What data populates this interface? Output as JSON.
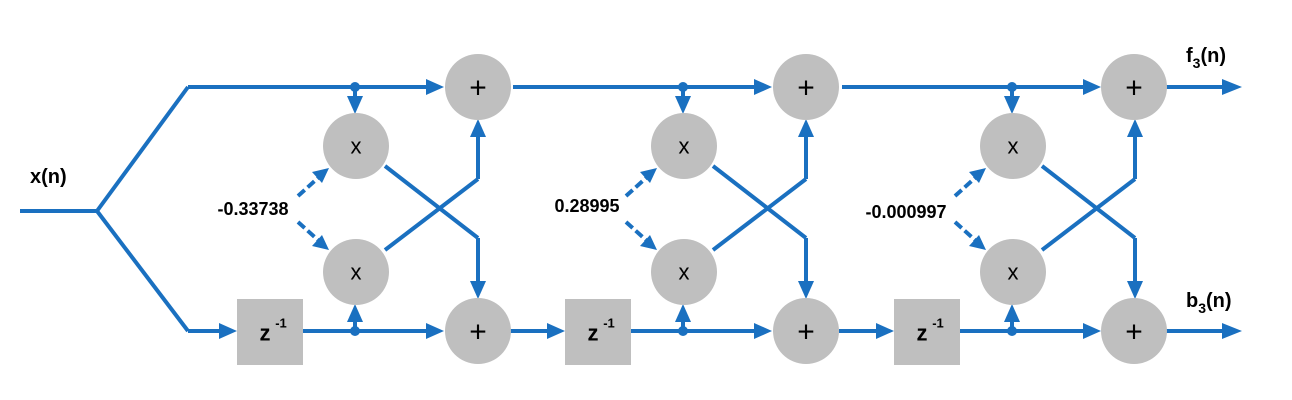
{
  "labels": {
    "input": "x(n)",
    "output_f_main": "f",
    "output_f_sub": "3",
    "output_f_suffix": "(n)",
    "output_b_main": "b",
    "output_b_sub": "3",
    "output_b_suffix": "(n)"
  },
  "symbols": {
    "adder": "+",
    "multiplier": "x",
    "delay": "z",
    "delay_exp": "-1"
  },
  "stages": [
    {
      "coefficient": "-0.33738"
    },
    {
      "coefficient": "0.28995"
    },
    {
      "coefficient": "-0.000997"
    }
  ],
  "colors": {
    "wire": "#1a70c0",
    "node_fill": "#bfbfbf",
    "text": "#000000"
  }
}
